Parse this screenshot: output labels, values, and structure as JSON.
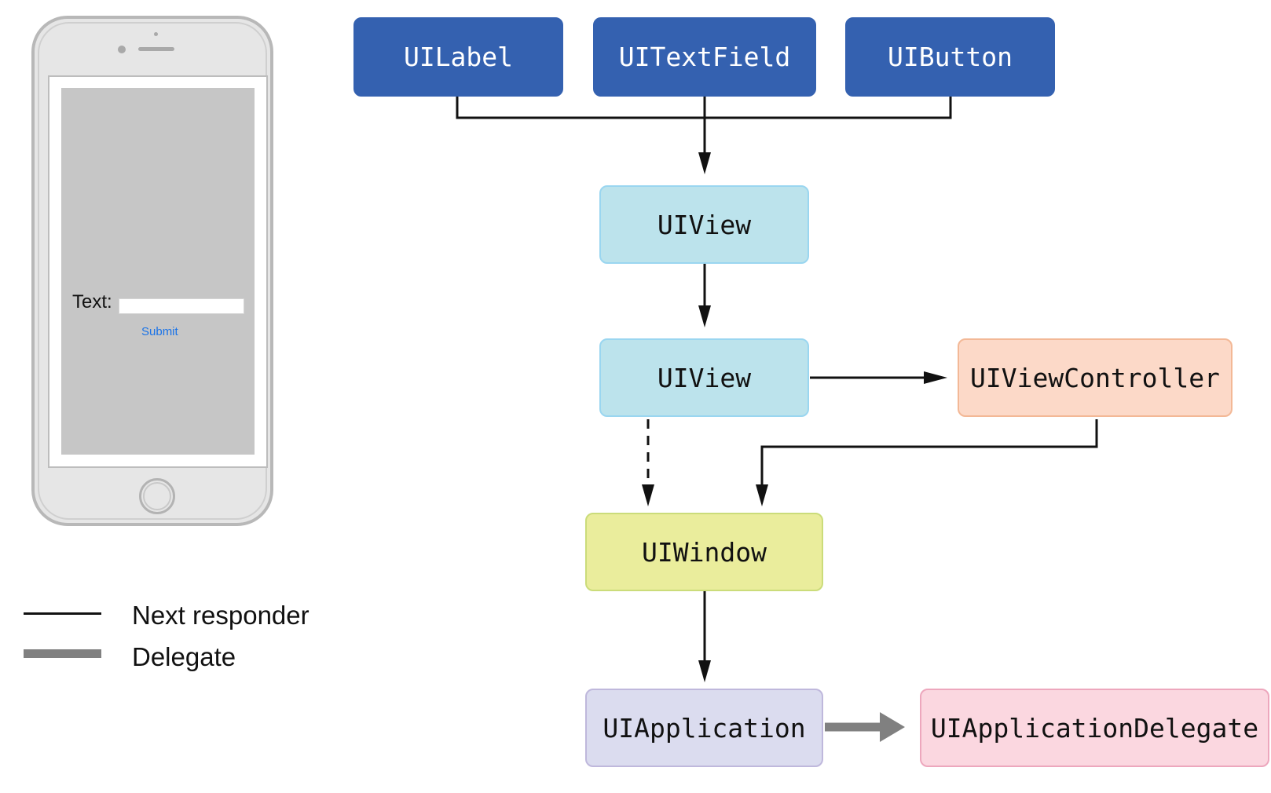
{
  "phone": {
    "text_label": "Text:",
    "submit_label": "Submit"
  },
  "nodes": {
    "uilabel": "UILabel",
    "uitextfield": "UITextField",
    "uibutton": "UIButton",
    "uiview_top": "UIView",
    "uiview_bottom": "UIView",
    "uiviewcontroller": "UIViewController",
    "uiwindow": "UIWindow",
    "uiapplication": "UIApplication",
    "uiapplicationdelegate": "UIApplicationDelegate"
  },
  "legend": {
    "next_responder": "Next responder",
    "delegate": "Delegate"
  },
  "colors": {
    "control_node": "#3461b0",
    "view_node": "#bce3ec",
    "view_controller_node": "#fcd9c8",
    "window_node": "#eaed9c",
    "application_node": "#dbdcef",
    "delegate_node": "#fbd7e0",
    "next_responder_line": "#111111",
    "delegate_line": "#808080"
  }
}
